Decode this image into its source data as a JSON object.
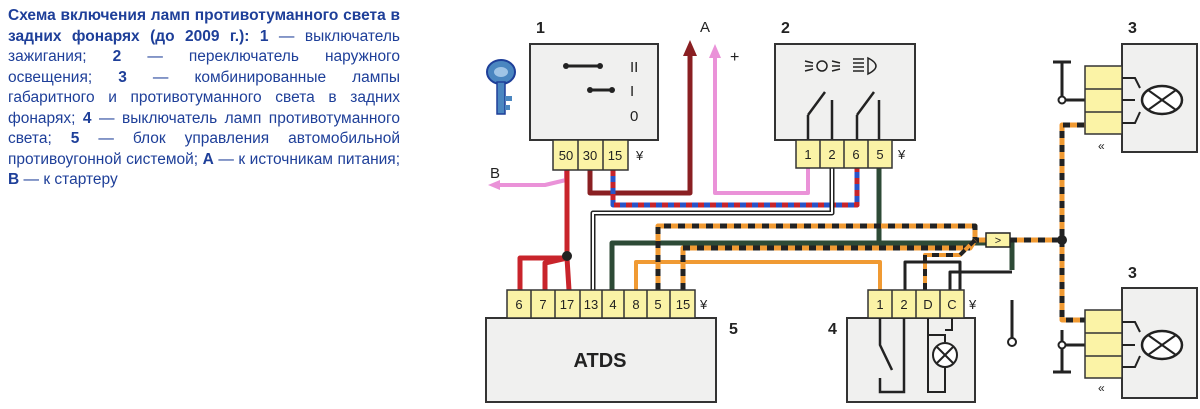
{
  "caption": {
    "title": "Схема включения ламп противотуманного света в задних фонарях (до 2009 г.):",
    "items": [
      {
        "key": "1",
        "text": " — выключатель зажигания; "
      },
      {
        "key": "2",
        "text": " — переключатель наружного освещения; "
      },
      {
        "key": "3",
        "text": " — комбинированные лампы габаритного и противотуманного света в задних фонарях; "
      },
      {
        "key": "4",
        "text": " — выключатель ламп противотуманного света; "
      },
      {
        "key": "5",
        "text": " — блок управления автомобильной противоугонной системой; "
      },
      {
        "key": "А",
        "text": " — к источникам питания; "
      },
      {
        "key": "В",
        "text": " — к стартеру"
      }
    ]
  },
  "diagram": {
    "labels": {
      "ignition": "1",
      "light_switch": "2",
      "rear_lamp_top": "3",
      "rear_lamp_bottom": "3",
      "fog_switch": "4",
      "atds_block": "5",
      "arrow_a": "A",
      "arrow_b": "B",
      "plus": "+"
    },
    "ignition_positions": [
      "II",
      "I",
      "0"
    ],
    "ignition_pins": [
      "50",
      "30",
      "15"
    ],
    "light_switch_pins": [
      "1",
      "2",
      "6",
      "5"
    ],
    "atds_name": "ATDS",
    "atds_pins": [
      "6",
      "7",
      "17",
      "13",
      "4",
      "8",
      "5",
      "15"
    ],
    "fog_switch_pins": [
      "1",
      "2",
      "D",
      "C"
    ]
  },
  "colors": {
    "text_blue": "#1e3f99",
    "connector_yellow": "#fbf3a6",
    "wire_red": "#c8242b",
    "wire_blue": "#2a54c8",
    "wire_pink": "#ea92d8",
    "wire_orange": "#f09a33",
    "wire_green": "#2d4a36",
    "wire_darkred": "#8a1f22"
  }
}
